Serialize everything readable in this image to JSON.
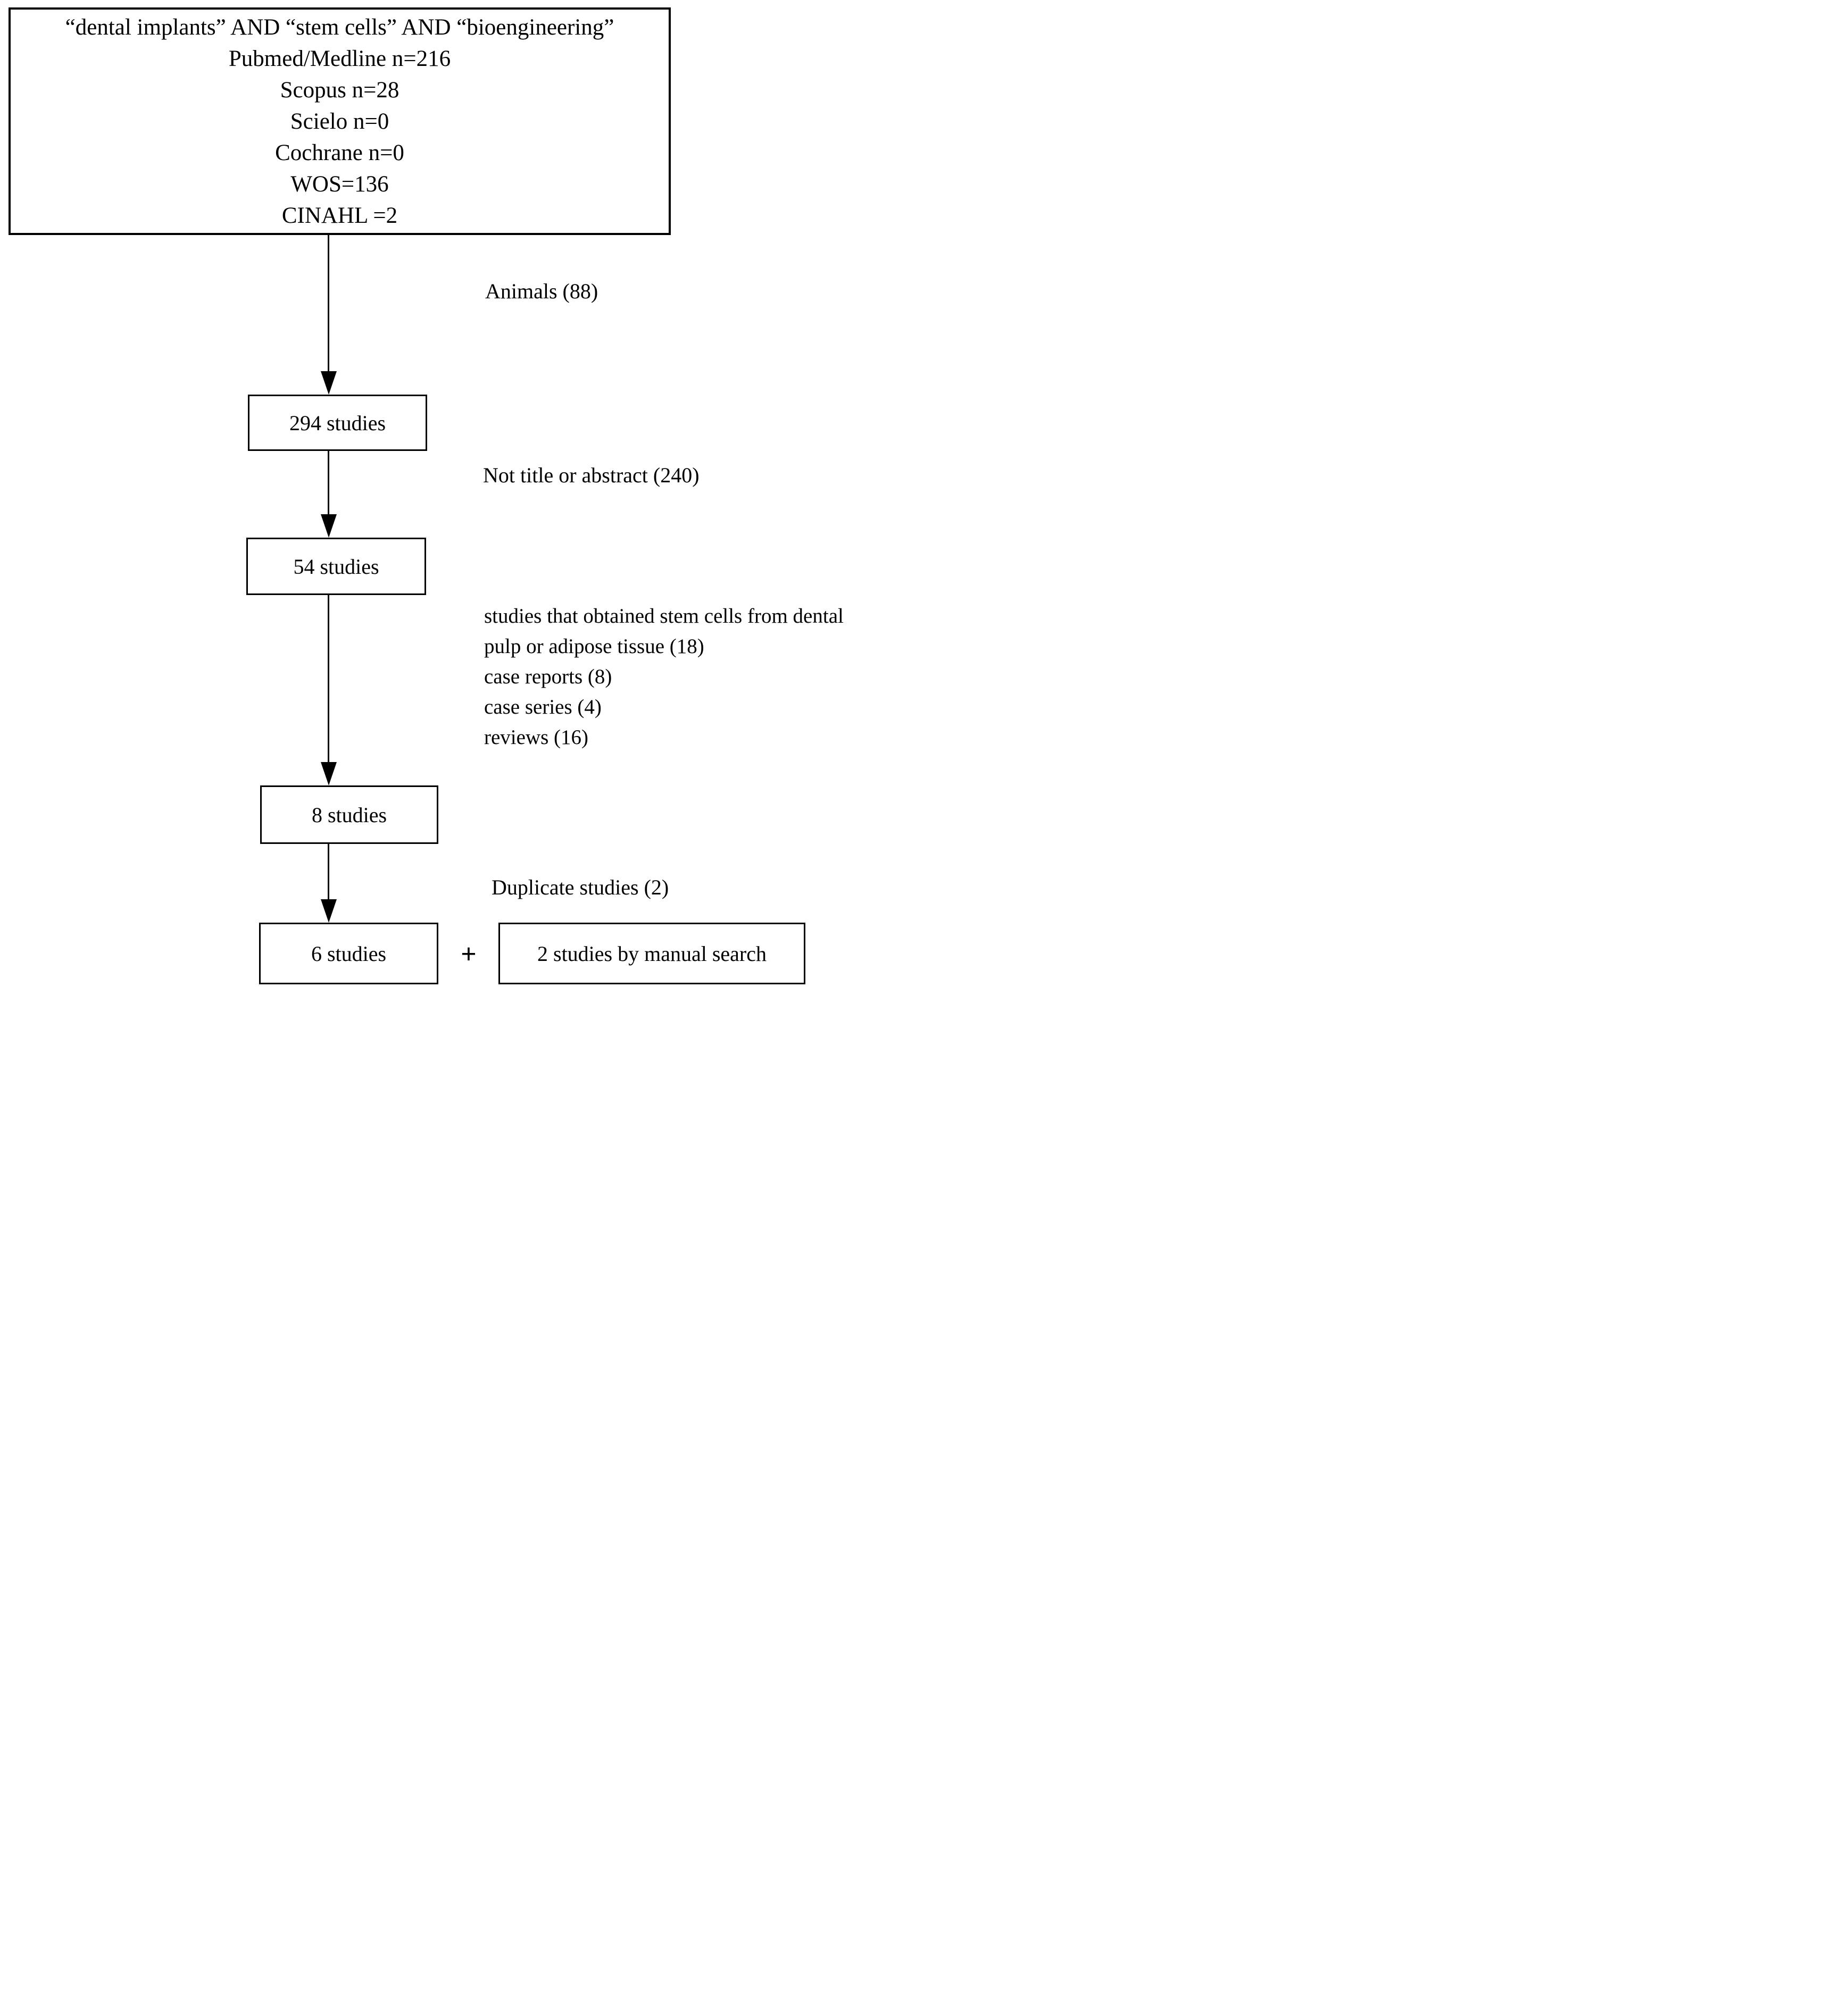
{
  "diagram": {
    "search_box": {
      "query": "“dental implants” AND “stem cells” AND “bioengineering”",
      "sources": [
        "Pubmed/Medline n=216",
        "Scopus n=28",
        "Scielo n=0",
        "Cochrane n=0",
        "WOS=136",
        "CINAHL =2"
      ]
    },
    "boxes": {
      "studies_294": "294 studies",
      "studies_54": "54 studies",
      "studies_8": "8 studies",
      "studies_6": "6 studies",
      "manual_search": "2 studies by manual search"
    },
    "exclusion_labels": {
      "animals": "Animals (88)",
      "not_title_or_abstract": "Not title or abstract (240)",
      "excluded_after_54": [
        "studies that obtained stem cells from dental",
        "pulp or adipose tissue (18)",
        "case reports (8)",
        "case series (4)",
        "reviews (16)"
      ],
      "duplicates": "Duplicate studies (2)"
    },
    "plus_sign": "+",
    "colors": {
      "line": "#000000",
      "background": "#ffffff"
    }
  }
}
